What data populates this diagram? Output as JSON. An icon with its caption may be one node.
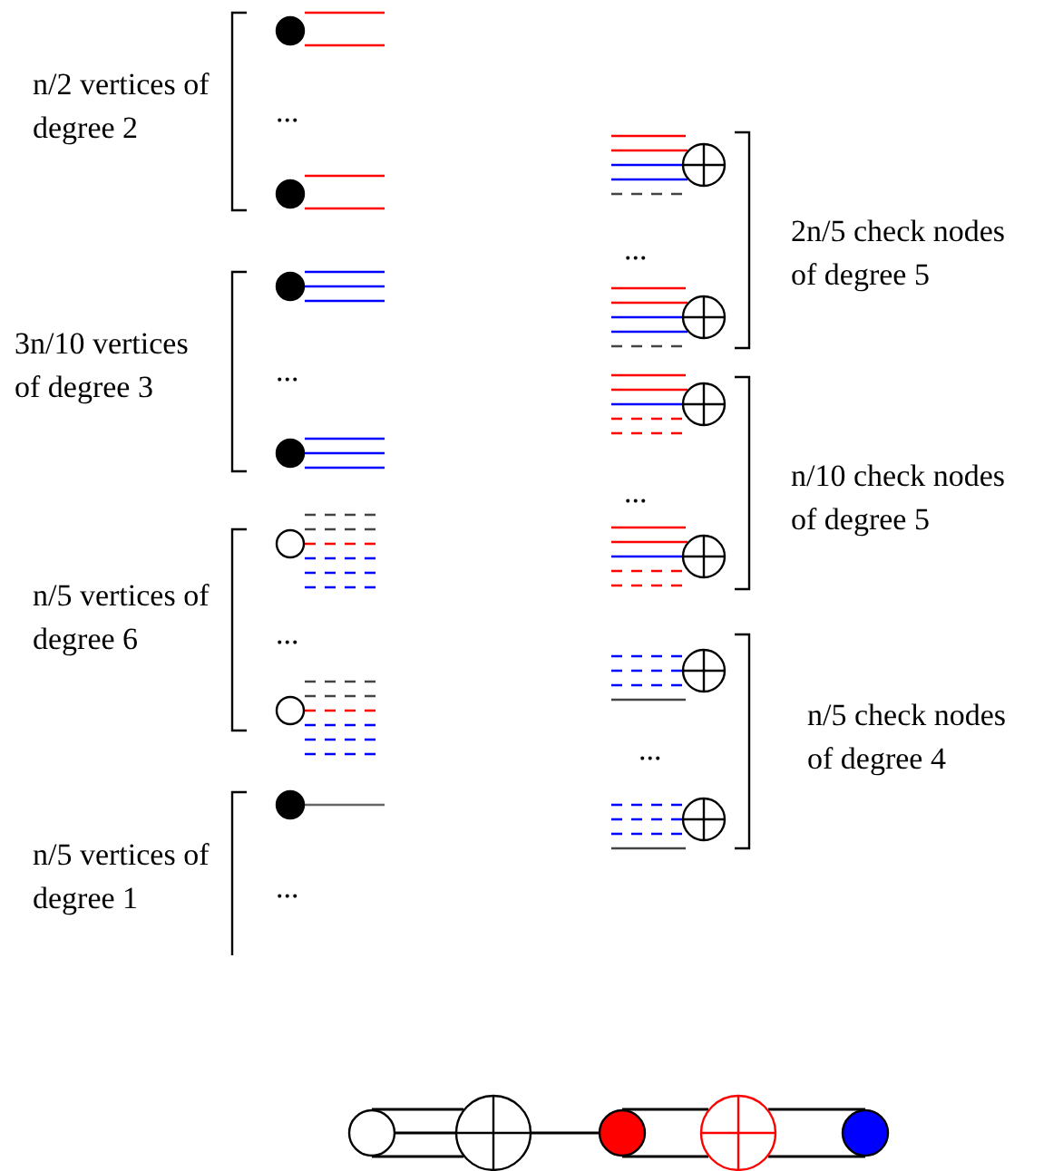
{
  "diagram": {
    "nodes": [
      {
        "text": [],
        "shape": "circle"
      },
      {
        "text": [],
        "shape": "circle"
      },
      {
        "text": [],
        "shape": "circle"
      },
      {
        "text": [],
        "shape": "circle"
      },
      {
        "text": [],
        "shape": "circle"
      },
      {
        "text": [],
        "shape": "circle"
      },
      {
        "text": [],
        "shape": "circle"
      },
      {
        "text": [],
        "shape": "circle"
      },
      {
        "text": [],
        "shape": "circle"
      },
      {
        "text": [],
        "shape": "circle"
      },
      {
        "text": [],
        "shape": "circle"
      },
      {
        "text": [],
        "shape": "circle"
      },
      {
        "text": [],
        "shape": "circle"
      },
      {
        "text": [],
        "shape": "circle"
      },
      {
        "text": [],
        "shape": "circle"
      },
      {
        "text": [],
        "shape": "circle"
      },
      {
        "text": [],
        "shape": "circle"
      },
      {
        "text": [],
        "shape": "circle"
      }
    ],
    "edges": [
      {
        "from": 13,
        "to": 14,
        "arrow": "none"
      },
      {
        "from": 13,
        "to": 14,
        "arrow": "none"
      },
      {
        "from": 13,
        "to": 14,
        "arrow": "none"
      },
      {
        "from": 14,
        "to": 15,
        "arrow": "none"
      },
      {
        "from": 15,
        "to": 16,
        "arrow": "none"
      },
      {
        "from": 15,
        "to": 16,
        "arrow": "none"
      },
      {
        "from": 16,
        "to": 17,
        "arrow": "none"
      },
      {
        "from": 16,
        "to": 17,
        "arrow": "none"
      }
    ],
    "labels": [
      "n/2 vertices of degree 2",
      "...",
      "3n/10 vertices of degree 3",
      "...",
      "n/5 vertices of degree 6",
      "...",
      "n/5 vertices of degree 1",
      "...",
      "2n/5 check nodes of degree 5",
      "...",
      "n/10 check nodes of degree 5",
      "...",
      "n/5 check nodes of degree 4",
      "..."
    ]
  }
}
